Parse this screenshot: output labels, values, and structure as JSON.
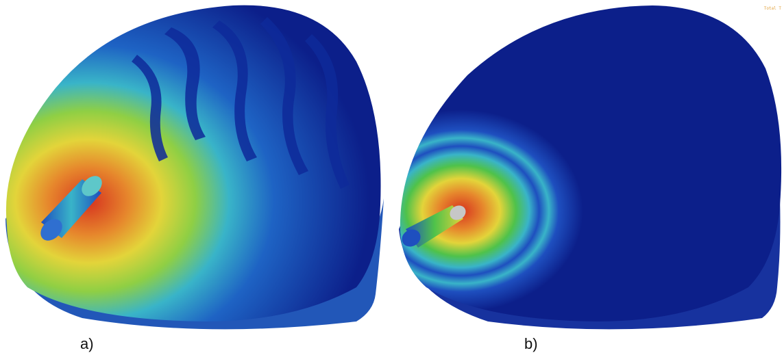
{
  "figure": {
    "panels": [
      {
        "caption": "a)"
      },
      {
        "caption": "b)"
      }
    ],
    "corner_text": "Total T",
    "palette": {
      "deep_blue": "#0c1f8a",
      "blue": "#1e4fbf",
      "cyan": "#39b4c8",
      "green": "#4fc24a",
      "yellow": "#e3d43a",
      "orange": "#e6852c",
      "red": "#d6321f"
    }
  }
}
